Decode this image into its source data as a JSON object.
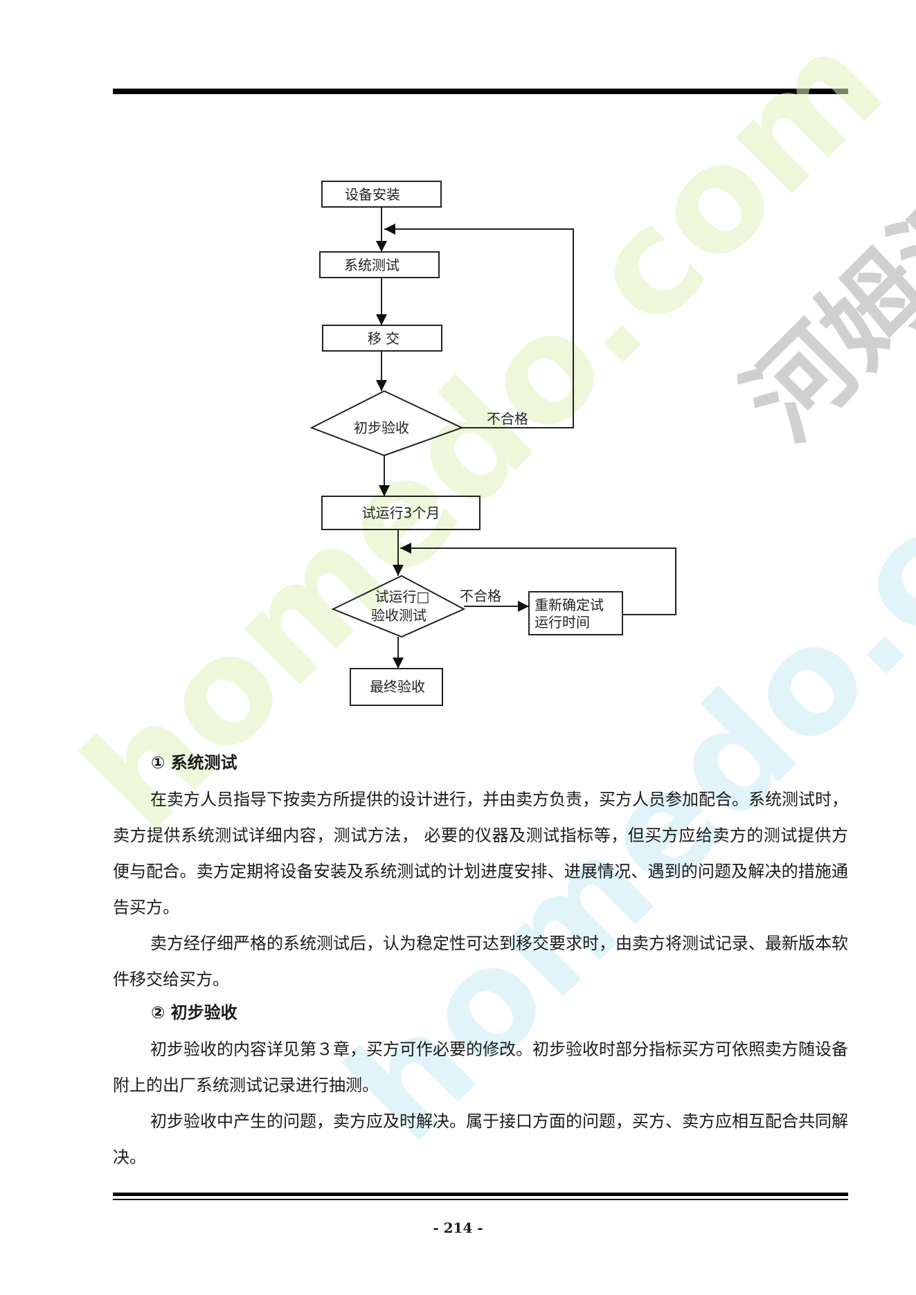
{
  "flowchart": {
    "nodes": {
      "install": "设备安装",
      "system_test": "系统测试",
      "handover": "移 交",
      "preliminary": "初步验收",
      "trial_run": "试运行3个月",
      "trial_check_line1": "试运行□",
      "trial_check_line2": "验收测试",
      "redefine_line1": "重新确定试",
      "redefine_line2": "运行时间",
      "final": "最终验收"
    },
    "fail_label_1": "不合格",
    "fail_label_2": "不合格"
  },
  "sections": {
    "s1_heading": "① 系统测试",
    "s1_p1": "在卖方人员指导下按卖方所提供的设计进行，并由卖方负责，买方人员参加配合。系统测试时，卖方提供系统测试详细内容，测试方法， 必要的仪器及测试指标等，但买方应给卖方的测试提供方便与配合。卖方定期将设备安装及系统测试的计划进度安排、进展情况、遇到的问题及解决的措施通告买方。",
    "s1_p2": "卖方经仔细严格的系统测试后，认为稳定性可达到移交要求时，由卖方将测试记录、最新版本软件移交给买方。",
    "s2_heading": "② 初步验收",
    "s2_p1": "初步验收的内容详见第３章，买方可作必要的修改。初步验收时部分指标买方可依照卖方随设备附上的出厂系统测试记录进行抽测。",
    "s2_p2": "初步验收中产生的问题，卖方应及时解决。属于接口方面的问题，买方、卖方应相互配合共同解决。"
  },
  "footer": {
    "page_number": "- 214 -"
  },
  "watermarks": {
    "wm1": "homedo.com",
    "wm2": "homedo.com",
    "wm3": "河姆渡"
  }
}
